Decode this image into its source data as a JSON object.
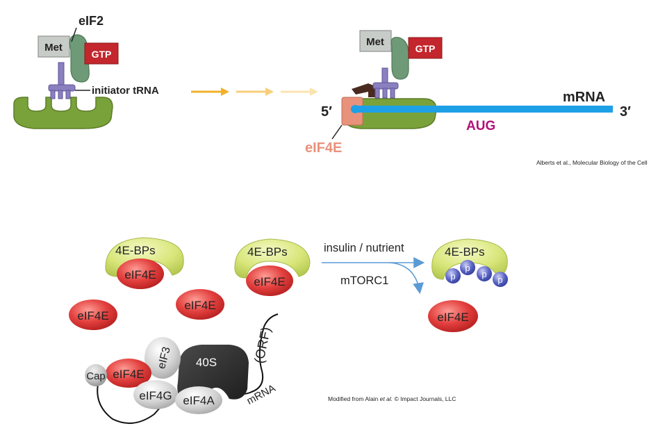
{
  "top": {
    "left_panel": {
      "met_label": "Met",
      "eif2_label": "eIF2",
      "gtp_label": "GTP",
      "trna_label": "initiator tRNA"
    },
    "right_panel": {
      "met_label": "Met",
      "gtp_label": "GTP",
      "five_prime": "5′",
      "three_prime": "3′",
      "mrna_label": "mRNA",
      "aug_label": "AUG",
      "eif4e_label": "eIF4E"
    },
    "citation": "Alberts et al., Molecular Biology of the Cell"
  },
  "bottom": {
    "free_complex_1": {
      "bp_label": "4E-BPs",
      "eif4e_label": "eIF4E"
    },
    "free_complex_2": {
      "bp_label": "4E-BPs",
      "eif4e_label": "eIF4E"
    },
    "free_eif4e_1": "eIF4E",
    "free_eif4e_2": "eIF4E",
    "signal": {
      "above_arrow": "insulin / nutrient",
      "below_arrow": "mTORC1"
    },
    "phospho": {
      "bp_label": "4E-BPs",
      "p_label": "p",
      "eif4e_label": "eIF4E"
    },
    "initiation": {
      "cap_label": "Cap",
      "eif4e_label": "eIF4E",
      "eif3_label": "eIF3",
      "eif4g_label": "eIF4G",
      "eif4a_label": "eIF4A",
      "s40_label": "40S",
      "orf_label": "(ORF)",
      "mrna_label": "mRNA"
    },
    "citation": {
      "prefix": "Modified from Alain ",
      "etal": "et al.",
      "suffix": " © Impact Journals, LLC"
    }
  },
  "colors": {
    "ribosome_green": "#7aa23a",
    "trna_purple": "#8a7fbf",
    "eif2_green": "#6f9a78",
    "gtp_red": "#c3262c",
    "met_gray": "#c8ccc8",
    "mrna_blue": "#1ea0e6",
    "aug_magenta": "#b0127a",
    "eif4e_salmon": "#e8927c",
    "bp_yellow": "#d8e67a",
    "eif4e_red": "#e2403e",
    "phospho_blue": "#4a56b8",
    "arrow_blue": "#5b9bd5"
  }
}
